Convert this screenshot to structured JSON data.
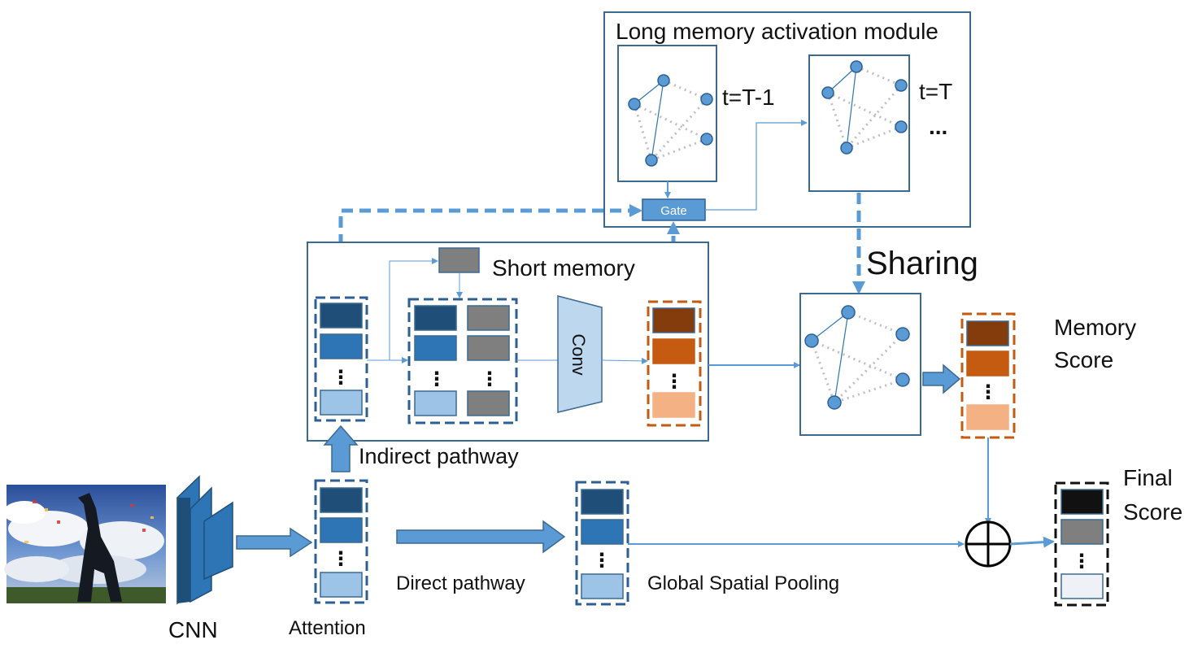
{
  "labels": {
    "long_memory_module": "Long memory activation module",
    "t_prev": "t=T-1",
    "t_curr": "t=T",
    "ellipsis": "...",
    "gate": "Gate",
    "short_memory": "Short memory",
    "conv": "Conv",
    "sharing": "Sharing",
    "memory_score_line1": "Memory",
    "memory_score_line2": "Score",
    "indirect_pathway": "Indirect pathway",
    "cnn": "CNN",
    "attention": "Attention",
    "direct_pathway": "Direct pathway",
    "global_spatial_pooling": "Global Spatial Pooling",
    "final_score_line1": "Final",
    "final_score_line2": "Score",
    "vertical_dots": "⋮"
  },
  "colors": {
    "accent_blue": "#5b9bd5",
    "box_border": "#3b6a91",
    "dark_blue": "#1f4e79",
    "mid_blue": "#2e75b6",
    "light_blue": "#9dc3e6",
    "gray": "#7f7f7f",
    "dark_orange": "#843c0c",
    "orange": "#c55a11",
    "light_orange": "#f4b183",
    "orange_border": "#c55a11",
    "black": "#111111",
    "light_gray": "#eef1f5",
    "conv_fill": "#bdd7ee"
  },
  "icons": {
    "input_photo": "photo-icon",
    "combine": "circled-plus-icon"
  }
}
